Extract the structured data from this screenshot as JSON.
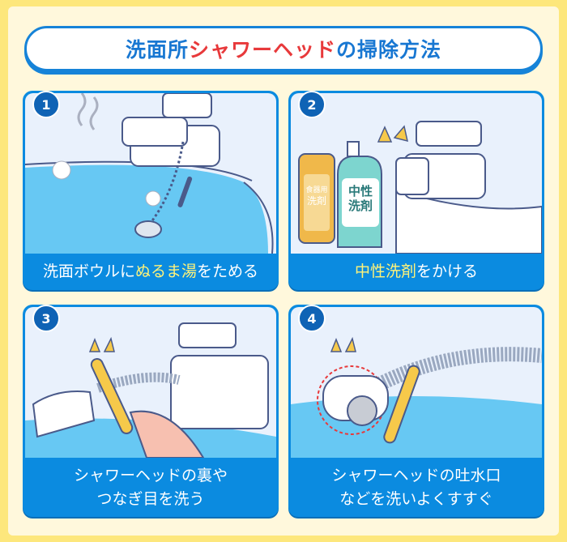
{
  "title": {
    "prefix": "洗面所",
    "highlight": "シャワーヘッド",
    "suffix": "の掃除方法"
  },
  "steps": [
    {
      "number": "1",
      "caption_pre": "洗面ボウルに",
      "caption_hl": "ぬるま湯",
      "caption_post": "をためる"
    },
    {
      "number": "2",
      "caption_pre": "",
      "caption_hl": "中性洗剤",
      "caption_post": "をかける",
      "bottle_left_label": [
        "食器用",
        "洗剤"
      ],
      "bottle_right_label": [
        "中性",
        "洗剤"
      ]
    },
    {
      "number": "3",
      "caption_line1": "シャワーヘッドの裏や",
      "caption_line2": "つなぎ目を洗う"
    },
    {
      "number": "4",
      "caption_line1": "シャワーヘッドの吐水口",
      "caption_line2": "などを洗いよくすすぐ"
    }
  ],
  "colors": {
    "accent": "#0b8be0",
    "title_text": "#1877d2",
    "title_highlight": "#e8393b",
    "caption_highlight": "#fff37a",
    "frame": "#fde77c"
  }
}
